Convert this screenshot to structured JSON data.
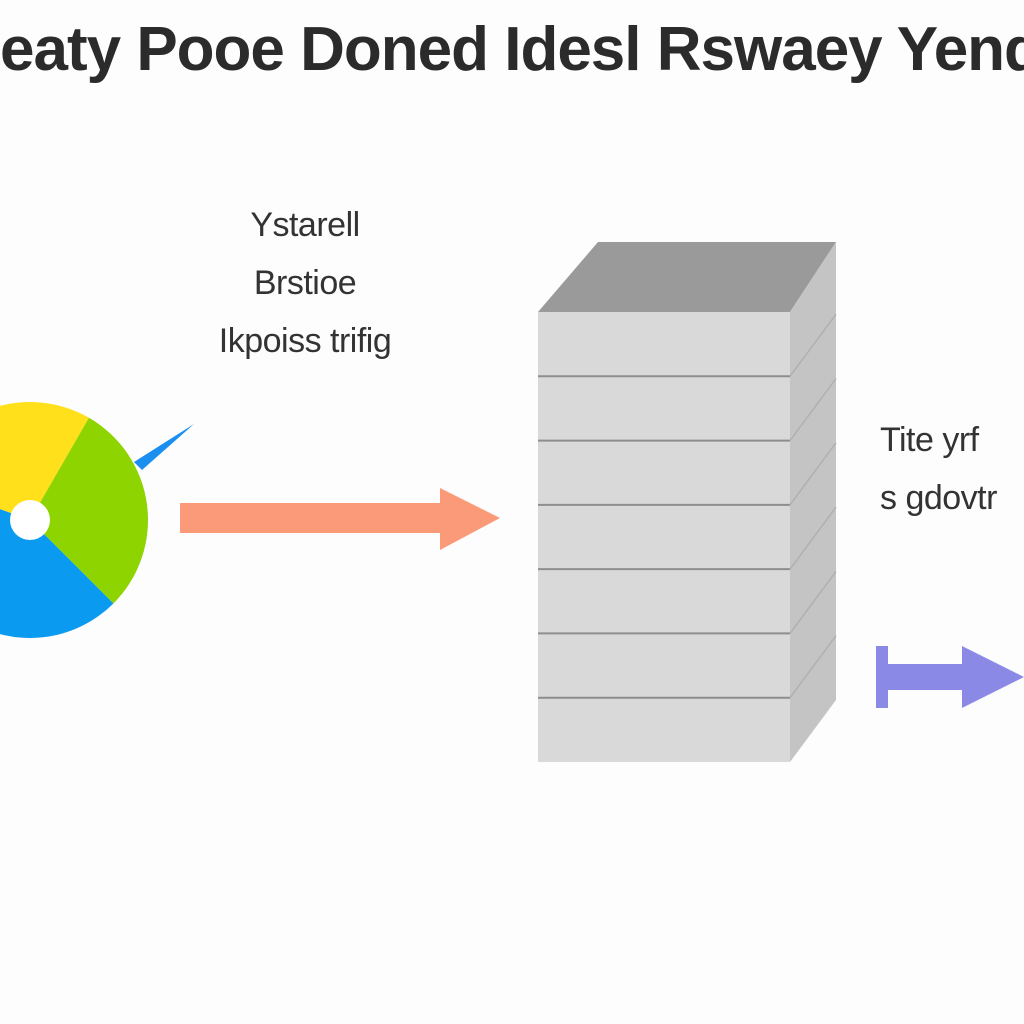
{
  "title": "eaty Pooe Doned Idesl Rswaey Yend Pou",
  "labels": {
    "middle": [
      "Ystarell",
      "Brstioe",
      "Ikpoiss  trifig"
    ],
    "right": [
      "Tite yrf",
      "s gdovtr"
    ]
  },
  "colors": {
    "pie_yellow": "#ffe01a",
    "pie_green": "#8ed400",
    "pie_blue": "#0a9bf0",
    "pointer_blue": "#1a8ff0",
    "arrow_orange": "#fa9a78",
    "arrow_purple": "#8a8ae6",
    "stack_front": "#d9d9d9",
    "stack_top": "#9a9a9a",
    "stack_side": "#c4c4c4",
    "stack_line": "#8e8e8e"
  },
  "icons": {
    "pie": "pie-chart-icon",
    "server": "server-stack-icon",
    "arrow_left": "arrow-right-icon",
    "arrow_right": "arrow-right-icon"
  },
  "stack": {
    "layers": 7
  }
}
